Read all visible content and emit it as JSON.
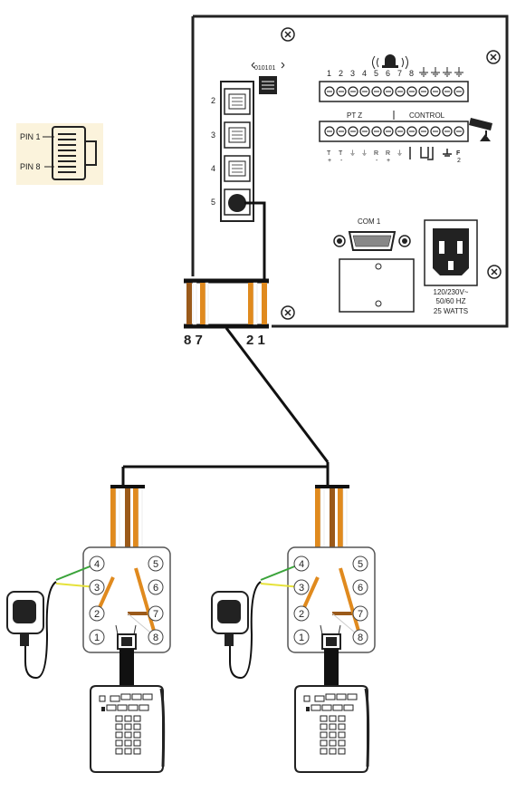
{
  "pin_legend": {
    "pin1": "PIN 1",
    "pin8": "PIN 8"
  },
  "panel": {
    "rj45_port_numbers": [
      "2",
      "3",
      "4",
      "5"
    ],
    "data_icon_label": "010101",
    "alarm_terminals": [
      "1",
      "2",
      "3",
      "4",
      "5",
      "6",
      "7",
      "8"
    ],
    "ptz_header": "PT Z",
    "control_header": "CONTROL",
    "ptz_terminals": [
      {
        "top": "T",
        "bot": "+"
      },
      {
        "top": "T",
        "bot": "-"
      },
      {
        "top": "⏚",
        "bot": ""
      },
      {
        "top": "⏚",
        "bot": ""
      },
      {
        "top": "R",
        "bot": "-"
      },
      {
        "top": "R",
        "bot": "+"
      },
      {
        "top": "⏚",
        "bot": ""
      }
    ],
    "ctrl_terminals": [
      {
        "top": "F",
        "bot": "2"
      }
    ],
    "com_label": "COM 1",
    "power_lines": [
      "120/230V~",
      "50/60 HZ",
      "25 WATTS"
    ]
  },
  "splitter": {
    "left_pins": "8 7",
    "right_pins": "2 1"
  },
  "keypads": [
    {
      "pins": [
        "1",
        "2",
        "3",
        "4",
        "5",
        "6",
        "7",
        "8"
      ]
    },
    {
      "pins": [
        "1",
        "2",
        "3",
        "4",
        "5",
        "6",
        "7",
        "8"
      ]
    }
  ],
  "colors": {
    "orange": "#e08a1e",
    "brown": "#9b5a1a",
    "green": "#3aa33a",
    "yellow": "#e6e23a",
    "legend_bg": "#fbf3dc"
  }
}
